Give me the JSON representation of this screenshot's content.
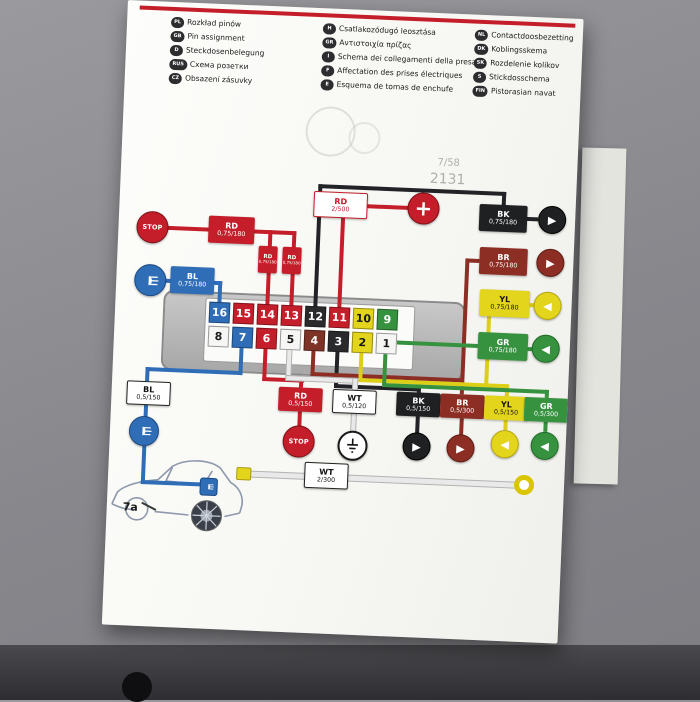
{
  "legend": {
    "c1": [
      {
        "code": "PL",
        "label": "Rozkład pinów"
      },
      {
        "code": "GB",
        "label": "Pin assignment"
      },
      {
        "code": "D",
        "label": "Steckdosenbelegung"
      },
      {
        "code": "RUS",
        "label": "Схема розетки"
      },
      {
        "code": "CZ",
        "label": "Obsazení zásuvky"
      }
    ],
    "c2": [
      {
        "code": "H",
        "label": "Csatlakozódugó leosztása"
      },
      {
        "code": "GR",
        "label": "Αντιστοιχία πρίζας"
      },
      {
        "code": "I",
        "label": "Schema dei collegamenti della presa"
      },
      {
        "code": "F",
        "label": "Affectation des prises électriques"
      },
      {
        "code": "E",
        "label": "Esquema de tomas de enchufe"
      }
    ],
    "c3": [
      {
        "code": "NL",
        "label": "Contactdoosbezetting"
      },
      {
        "code": "DK",
        "label": "Koblingsskema"
      },
      {
        "code": "SK",
        "label": "Rozdelenie kolíkov"
      },
      {
        "code": "S",
        "label": "Stickdosschema"
      },
      {
        "code": "FIN",
        "label": "Pistorasian navat"
      }
    ]
  },
  "pins": {
    "top": [
      {
        "n": "16",
        "color": "blue"
      },
      {
        "n": "15",
        "color": "red"
      },
      {
        "n": "14",
        "color": "red"
      },
      {
        "n": "13",
        "color": "red"
      },
      {
        "n": "12",
        "color": "black"
      },
      {
        "n": "11",
        "color": "red"
      },
      {
        "n": "10",
        "color": "yellow"
      },
      {
        "n": "9",
        "color": "green"
      }
    ],
    "bottom": [
      {
        "n": "8",
        "color": "white"
      },
      {
        "n": "7",
        "color": "blue"
      },
      {
        "n": "6",
        "color": "red"
      },
      {
        "n": "5",
        "color": "white"
      },
      {
        "n": "4",
        "color": "brown"
      },
      {
        "n": "3",
        "color": "black"
      },
      {
        "n": "2",
        "color": "yellow"
      },
      {
        "n": "1",
        "color": "white"
      }
    ]
  },
  "labels": {
    "stop": "STOP",
    "plus": "+",
    "rd_top": {
      "code": "RD",
      "size": "0,75/180"
    },
    "rd_small_a": {
      "code": "RD",
      "size": "0,75/180"
    },
    "rd_small_b": {
      "code": "RD",
      "size": "0,75/180"
    },
    "rd_supply": {
      "code": "RD",
      "size": "2/500"
    },
    "bl_top": {
      "code": "BL",
      "size": "0,75/180"
    },
    "bk_top": {
      "code": "BK",
      "size": "0,75/180"
    },
    "br_top": {
      "code": "BR",
      "size": "0,75/180"
    },
    "yl_top": {
      "code": "YL",
      "size": "0,75/180"
    },
    "gr_top": {
      "code": "GR",
      "size": "0,75/180"
    },
    "bl_bottom": {
      "code": "BL",
      "size": "0,5/150"
    },
    "rd_bottom": {
      "code": "RD",
      "size": "0,5/150"
    },
    "wt_bottom": {
      "code": "WT",
      "size": "0,5/120"
    },
    "bk_bottom": {
      "code": "BK",
      "size": "0,5/150"
    },
    "br_bottom": {
      "code": "BR",
      "size": "0,5/300"
    },
    "yl_bottom": {
      "code": "YL",
      "size": "0,5/150"
    },
    "gr_bottom": {
      "code": "GR",
      "size": "0,5/300"
    },
    "wt_ground": {
      "code": "WT",
      "size": "2/300"
    },
    "callout_7a": "7a"
  },
  "icons": {
    "arrow_right": "▶",
    "arrow_left": "◀",
    "ground": "earth-ground-symbol",
    "fog_light": "rear-fog-lamp-symbol",
    "battery_plus": "+"
  },
  "ghost": {
    "t1": "7/58",
    "t2": "2131"
  },
  "colors": {
    "red": "#c41e2a",
    "blue": "#2f6db6",
    "black": "#222326",
    "brown": "#8c2e24",
    "yellow": "#ddce16",
    "green": "#36923f",
    "white_wire": "#e9e9e9",
    "page_rule": "#c41e2a"
  }
}
